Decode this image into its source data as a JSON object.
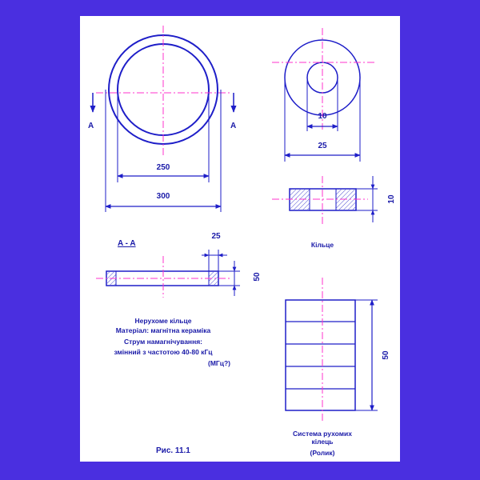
{
  "section": {
    "cut_label_left": "A",
    "cut_label_right": "A",
    "title": "A - A"
  },
  "dimensions": {
    "inner_dia": "250",
    "outer_dia": "300",
    "section_width": "25",
    "section_height": "50",
    "ring_bore": "10",
    "ring_dia": "25",
    "ring_height": "10",
    "stack_height": "50"
  },
  "labels": {
    "ring": "Кільце",
    "fixed_ring": "Нерухоме кільце",
    "material": "Матеріал: магнітна кераміка",
    "current": "Струм намагнічування:",
    "freq": "змінний з частотою 40-80 кГц",
    "mhz": "(МГц?)",
    "system_line1": "Система рухомих",
    "system_line2": "кілець",
    "roller": "(Ролик)",
    "figure": "Рис. 11.1"
  },
  "colors": {
    "background": "#4a2fe0",
    "paper": "#ffffff",
    "line": "#1e1ec8",
    "centerline": "#ff33cc"
  }
}
